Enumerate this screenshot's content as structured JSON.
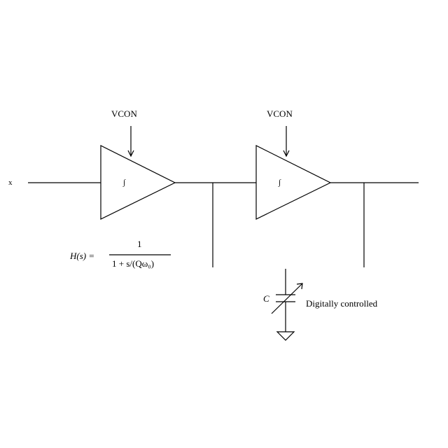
{
  "labels": {
    "input": "x",
    "stage1_control": "VCON",
    "stage2_control": "VCON",
    "stage1_symbol": "∫",
    "stage2_symbol": "∫",
    "transfer_lhs": "H(s) =",
    "transfer_num": "1",
    "transfer_den": "1 + s/(Qω₀)",
    "cap_label": "C",
    "cap_note": "Digitally controlled"
  },
  "colors": {
    "line": "#000000",
    "background": "#ffffff"
  }
}
